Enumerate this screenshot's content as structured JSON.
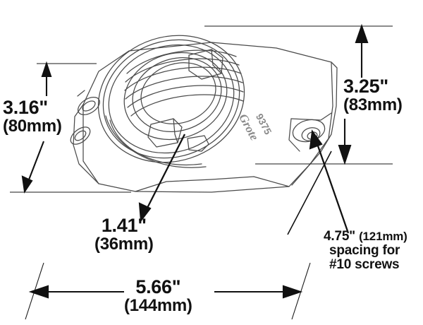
{
  "drawing": {
    "subject": "Grote 9375 mounting bracket / grommet technical dimension drawing",
    "line_color": "#1a1a1a",
    "part_outline_color": "#3a3a3a",
    "background": "#ffffff",
    "part_marking": {
      "brand": "Grote",
      "part_number": "9375"
    }
  },
  "dimensions": {
    "height_left": {
      "inches": "3.16\"",
      "millimeters": "(80mm)"
    },
    "height_right": {
      "inches": "3.25\"",
      "millimeters": "(83mm)"
    },
    "depth": {
      "inches": "1.41\"",
      "millimeters": "(36mm)"
    },
    "width": {
      "inches": "5.66\"",
      "millimeters": "(144mm)"
    },
    "screw_spacing": {
      "inches": "4.75\"",
      "millimeters": "(121mm)",
      "note_line_1": "spacing for",
      "note_line_2": "#10 screws"
    }
  }
}
